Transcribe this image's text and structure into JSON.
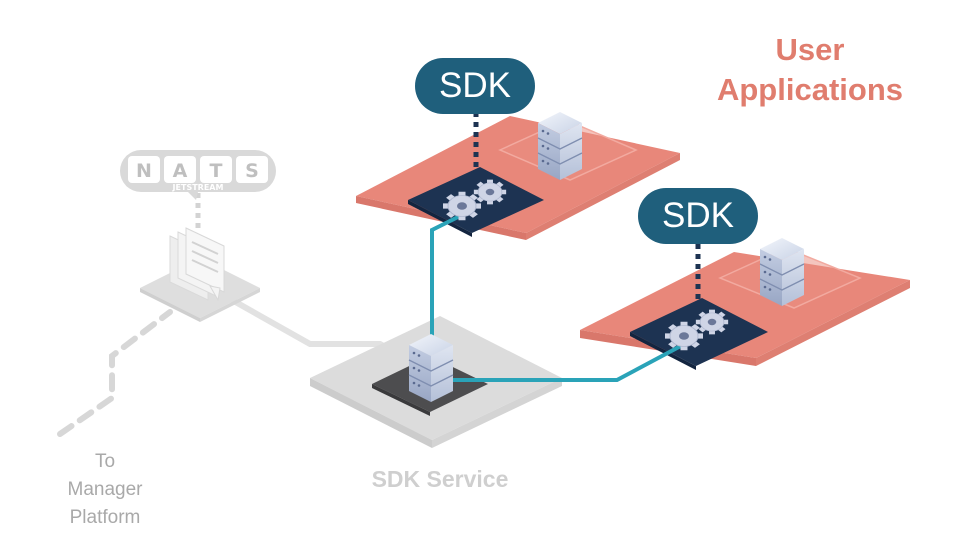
{
  "labels": {
    "user_applications_line1": "User",
    "user_applications_line2": "Applications",
    "sdk_service": "SDK Service",
    "manager_line1": "To",
    "manager_line2": "Manager",
    "manager_line3": "Platform"
  },
  "badges": {
    "sdk_top": "SDK",
    "sdk_right": "SDK"
  },
  "nats": {
    "letters": [
      "N",
      "A",
      "T",
      "S"
    ],
    "subtitle": "JETSTREAM"
  },
  "colors": {
    "user_app_platform": "#e8877a",
    "dark_tile": "#1d3352",
    "sdk_badge": "#1f5f7c",
    "connector": "#2aa3b8",
    "gray_platform": "#dcdcdc",
    "gray_line": "#e0e0e0",
    "label_coral": "#e07d6e",
    "label_gray": "#cfcfcf"
  },
  "icons": [
    "server-icon",
    "gears-icon",
    "message-queue-icon",
    "nats-logo"
  ]
}
